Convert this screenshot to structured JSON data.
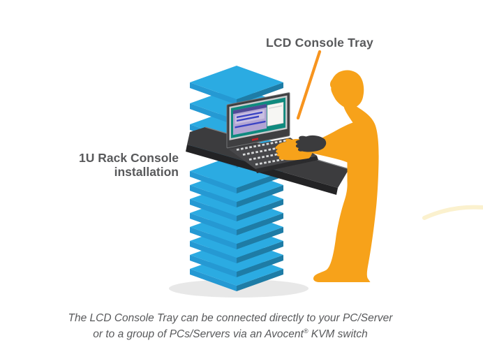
{
  "callout": {
    "label": "LCD Console Tray"
  },
  "rack_label": {
    "line1": "1U Rack Console",
    "line2": "installation"
  },
  "caption": {
    "line1": "The LCD Console Tray can be connected directly to your PC/Server",
    "line2_pre": "or to a group of PCs/Servers via an Avocent",
    "line2_sym": "®",
    "line2_post": " KVM switch"
  },
  "colors": {
    "label_text": "#58595B",
    "caption_text": "#58595B",
    "rack_top": "#2BABE2",
    "rack_left": "#2599D3",
    "rack_right": "#1E7CA6",
    "tray_dark": "#3C3C3E",
    "person_orange": "#F7A21A",
    "pointer_orange": "#F7941E",
    "screen_teal": "#0F8A7E",
    "window_purple": "#B2A5D3"
  }
}
